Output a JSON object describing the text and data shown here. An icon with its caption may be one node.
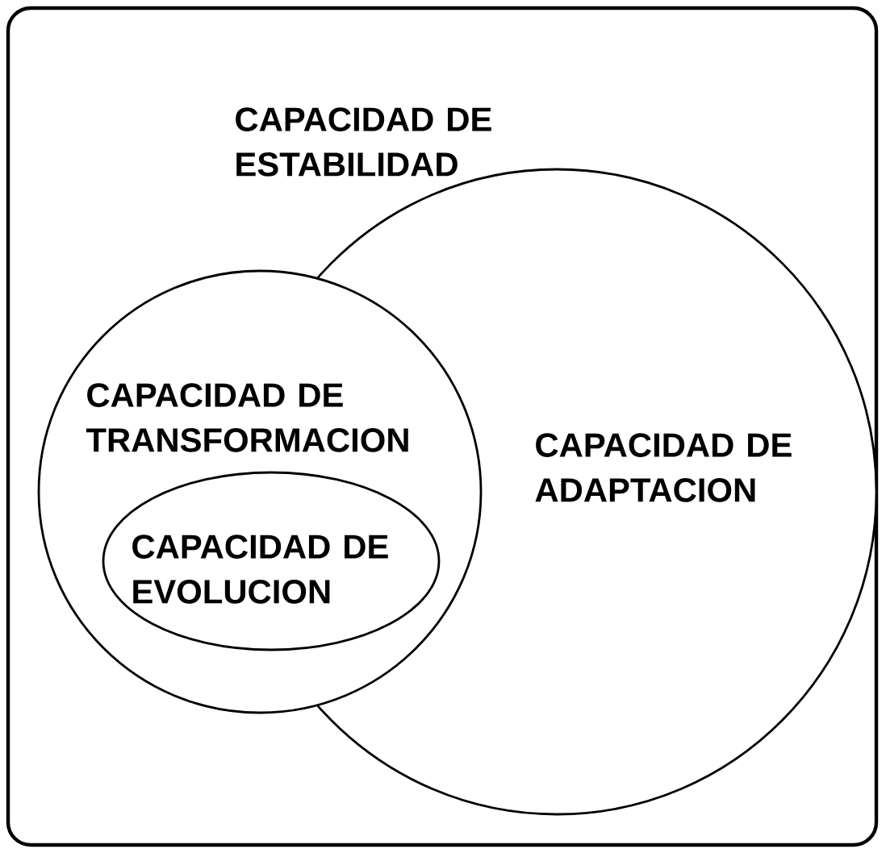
{
  "diagram": {
    "nodes": [
      {
        "text": [
          "CAPACIDAD DE ESTABILIDAD"
        ]
      },
      {
        "text": [
          "CAPACIDAD DE ADAPTACION"
        ],
        "in": 0
      },
      {
        "text": [
          "CAPACIDAD DE TRANSFORMACION"
        ],
        "in": 0
      },
      {
        "text": [
          "CAPACIDAD DE EVOLUCION"
        ],
        "in": 2
      }
    ]
  }
}
